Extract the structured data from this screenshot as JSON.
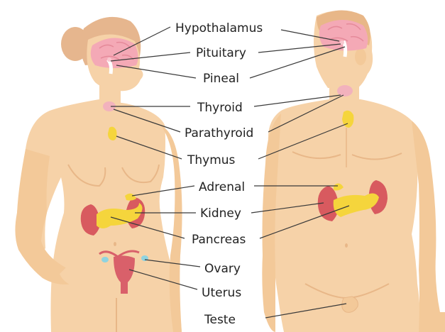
{
  "colors": {
    "skin": "#f6d2a8",
    "skin_shadow": "#e8b788",
    "hair": "#e6b68e",
    "brain": "#f4a9b6",
    "thyroid": "#f2b2bd",
    "gland_yellow": "#f5d53c",
    "kidney": "#d85a5f",
    "uterus": "#d9606a",
    "ovary": "#8fd3e0",
    "line": "#3a3a3a",
    "text": "#222222"
  },
  "labels": {
    "hypothalamus": "Hypothalamus",
    "pituitary": "Pituitary",
    "pineal": "Pineal",
    "thyroid": "Thyroid",
    "parathyroid": "Parathyroid",
    "thymus": "Thymus",
    "adrenal": "Adrenal",
    "kidney": "Kidney",
    "pancreas": "Pancreas",
    "ovary": "Ovary",
    "uterus": "Uterus",
    "teste": "Teste"
  }
}
